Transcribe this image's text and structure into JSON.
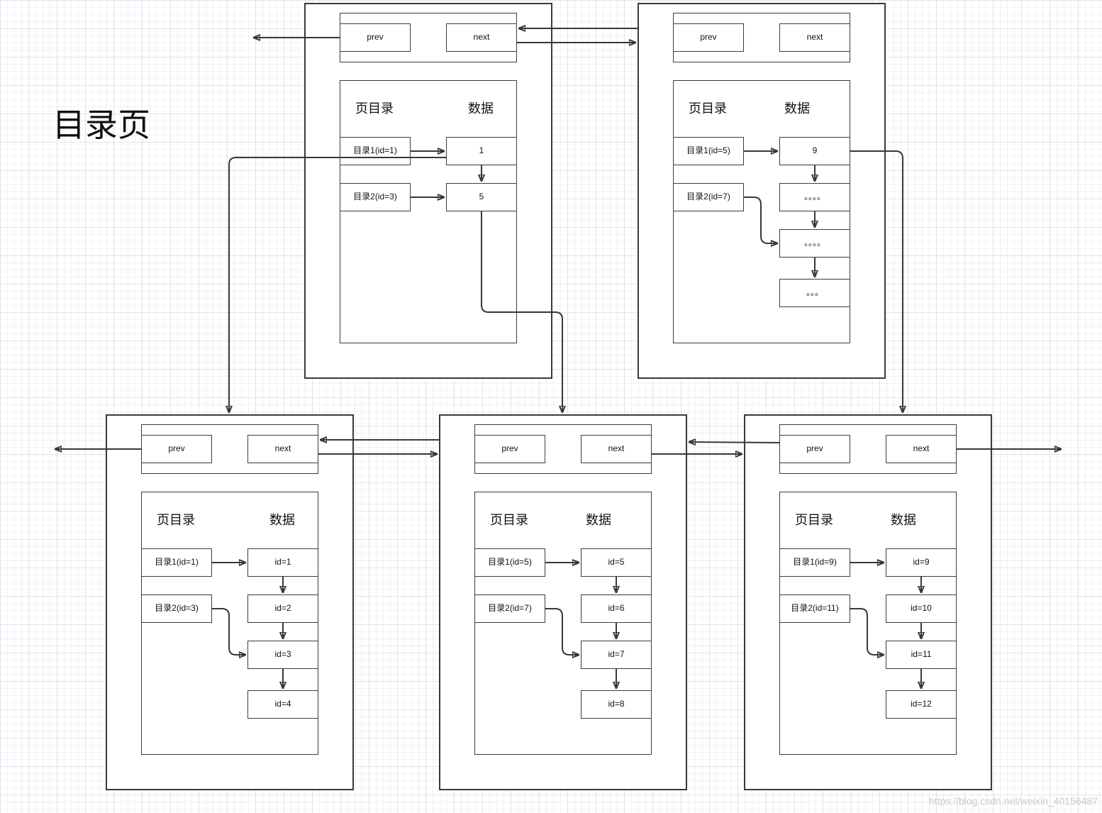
{
  "title": "目录页",
  "pages": {
    "top_left": {
      "prev": "prev",
      "next": "next",
      "directory_heading": "页目录",
      "data_heading": "数据",
      "directory": [
        "目录1(id=1)",
        "目录2(id=3)"
      ],
      "records": [
        "1",
        "5"
      ]
    },
    "top_right": {
      "prev": "prev",
      "next": "next",
      "directory_heading": "页目录",
      "data_heading": "数据",
      "directory": [
        "目录1(id=5)",
        "目录2(id=7)"
      ],
      "records": [
        "9",
        "。。。。",
        "。。。。",
        "。。。"
      ]
    },
    "bottom_left": {
      "prev": "prev",
      "next": "next",
      "directory_heading": "页目录",
      "data_heading": "数据",
      "directory": [
        "目录1(id=1)",
        "目录2(id=3)"
      ],
      "records": [
        "id=1",
        "id=2",
        "id=3",
        "id=4"
      ]
    },
    "bottom_middle": {
      "prev": "prev",
      "next": "next",
      "directory_heading": "页目录",
      "data_heading": "数据",
      "directory": [
        "目录1(id=5)",
        "目录2(id=7)"
      ],
      "records": [
        "id=5",
        "id=6",
        "id=7",
        "id=8"
      ]
    },
    "bottom_right": {
      "prev": "prev",
      "next": "next",
      "directory_heading": "页目录",
      "data_heading": "数据",
      "directory": [
        "目录1(id=9)",
        "目录2(id=11)"
      ],
      "records": [
        "id=9",
        "id=10",
        "id=11",
        "id=12"
      ]
    }
  },
  "watermark": "https://blog.csdn.net/weixin_40156487"
}
